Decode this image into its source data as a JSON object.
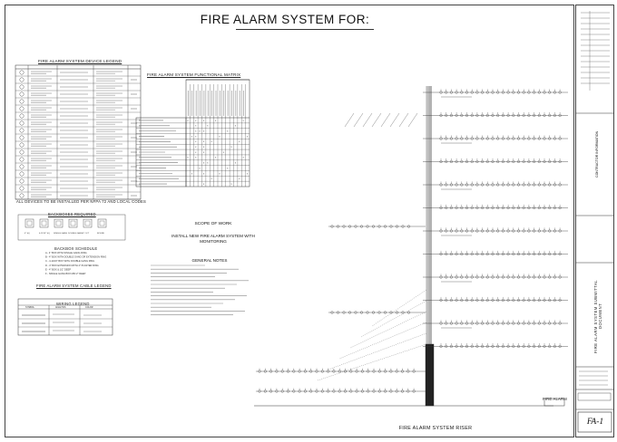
{
  "sheet": {
    "title": "FIRE ALARM SYSTEM FOR:",
    "sheet_number": "FA-1",
    "titleblock_vertical": "FIRE ALARM SYSTEM SUBMITTAL DOCUMENT",
    "titleblock_vertical2": "CONTRACTOR INFORMATION"
  },
  "legend": {
    "title": "FIRE ALARM SYSTEM DEVICE LEGEND",
    "rows": 18,
    "note": "ALL DEVICES TO BE INSTALLED PER NFPA 72 AND LOCAL CODES"
  },
  "matrix": {
    "title": "FIRE ALARM SYSTEM FUNCTIONAL MATRIX",
    "rows": 13,
    "cols": 16
  },
  "backboxes": {
    "title": "BACKBOXES REQUIRED",
    "items": [
      "4\" SQ",
      "4-11/16\" SQ",
      "SINGLE GANG",
      "DOUBLE GANG",
      "4\" OCT",
      "ROUND"
    ]
  },
  "schedule": {
    "title": "BACKBOX SCHEDULE",
    "lines": [
      "A - 4\" BOX WITH SINGLE GANG RING",
      "B - 4\" BOX WITH DOUBLE GANG OR EXTENSION RING",
      "C - 4-11/16\" BOX WITH DOUBLE GANG RING",
      "D - 4\" BOX EXTENSION WITH 4\" PLASTER RING",
      "E - 4\" BOX & 1/2\" DEEP",
      "F - SINGLE GANG BOX MIN 2\" DEEP"
    ]
  },
  "cable_legend": {
    "title": "FIRE ALARM SYSTEM CABLE LEGEND"
  },
  "wiring": {
    "title": "WIRING LEGEND",
    "headers": [
      "SYMBOL",
      "ANALYSIS",
      "COLOR"
    ]
  },
  "scope": {
    "title": "SCOPE OF WORK",
    "text": "INSTALL NEW FIRE ALARM SYSTEM WITH MONITORING"
  },
  "notes": {
    "title": "GENERAL NOTES",
    "lines": 14
  },
  "riser": {
    "title": "FIRE ALARM SYSTEM RISER",
    "floors": 12,
    "label": "FIRE ALARM"
  }
}
